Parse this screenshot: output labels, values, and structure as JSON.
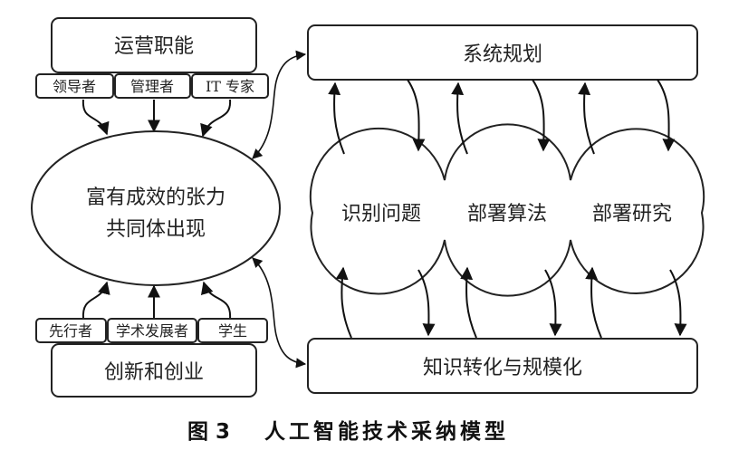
{
  "diagram": {
    "operations": {
      "title": "运营职能",
      "roles": [
        "领导者",
        "管理者",
        "IT 专家"
      ]
    },
    "innovation": {
      "title": "创新和创业",
      "roles": [
        "先行者",
        "学术发展者",
        "学生"
      ]
    },
    "center": {
      "line1": "富有成效的张力",
      "line2": "共同体出现"
    },
    "system_planning": "系统规划",
    "knowledge_transfer": "知识转化与规模化",
    "stages": [
      "识别问题",
      "部署算法",
      "部署研究"
    ]
  },
  "caption": {
    "label": "图 3",
    "title": "人工智能技术采纳模型"
  }
}
